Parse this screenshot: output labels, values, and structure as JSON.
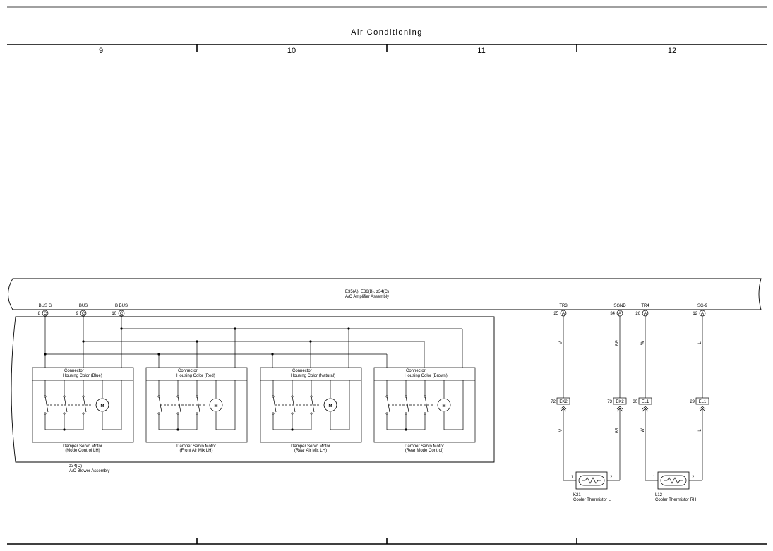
{
  "header": {
    "title": "Air Conditioning",
    "columns": [
      "9",
      "10",
      "11",
      "12"
    ]
  },
  "amplifier": {
    "connectors": "E35(A), E36(B), z34(C)",
    "name": "A/C Amplifier Assembly"
  },
  "blower_terminals": [
    {
      "label": "BUS G",
      "pin": "8",
      "conn": "C"
    },
    {
      "label": "BUS",
      "pin": "9",
      "conn": "C"
    },
    {
      "label": "B BUS",
      "pin": "10",
      "conn": "C"
    }
  ],
  "servo_motors": [
    {
      "housing_line1": "Connector",
      "housing_line2": "Housing Color (Blue)",
      "name_line1": "Damper Servo Motor",
      "name_line2": "(Mode Control LH)"
    },
    {
      "housing_line1": "Connector",
      "housing_line2": "Housing Color (Red)",
      "name_line1": "Damper Servo Motor",
      "name_line2": "(Front Air Mix LH)"
    },
    {
      "housing_line1": "Connector",
      "housing_line2": "Housing Color (Natural)",
      "name_line1": "Damper Servo Motor",
      "name_line2": "(Rear Air Mix LH)"
    },
    {
      "housing_line1": "Connector",
      "housing_line2": "Housing Color (Brown)",
      "name_line1": "Damper Servo Motor",
      "name_line2": "(Rear Mode Control)"
    }
  ],
  "motor_symbol": "M",
  "blower": {
    "connector": "z34(C)",
    "name": "A/C Blower Assembly"
  },
  "right_terminals": [
    {
      "label": "TR3",
      "pin": "25",
      "conn": "A",
      "wire_upper": "V",
      "junc_pin": "72",
      "junc": "EK2",
      "wire_lower": "V"
    },
    {
      "label": "SGND",
      "pin": "34",
      "conn": "A",
      "wire_upper": "BR",
      "junc_pin": "73",
      "junc": "EK2",
      "wire_lower": "BR"
    },
    {
      "label": "TR4",
      "pin": "26",
      "conn": "A",
      "wire_upper": "W",
      "junc_pin": "30",
      "junc": "EL1",
      "wire_lower": "W"
    },
    {
      "label": "SG-9",
      "pin": "12",
      "conn": "A",
      "wire_upper": "L",
      "junc_pin": "29",
      "junc": "EL1",
      "wire_lower": "L"
    }
  ],
  "thermistors": [
    {
      "code": "K21",
      "name": "Cooler Thermistor LH",
      "pin1": "1",
      "pin2": "2"
    },
    {
      "code": "L12",
      "name": "Cooler Thermistor RH",
      "pin1": "1",
      "pin2": "2"
    }
  ]
}
